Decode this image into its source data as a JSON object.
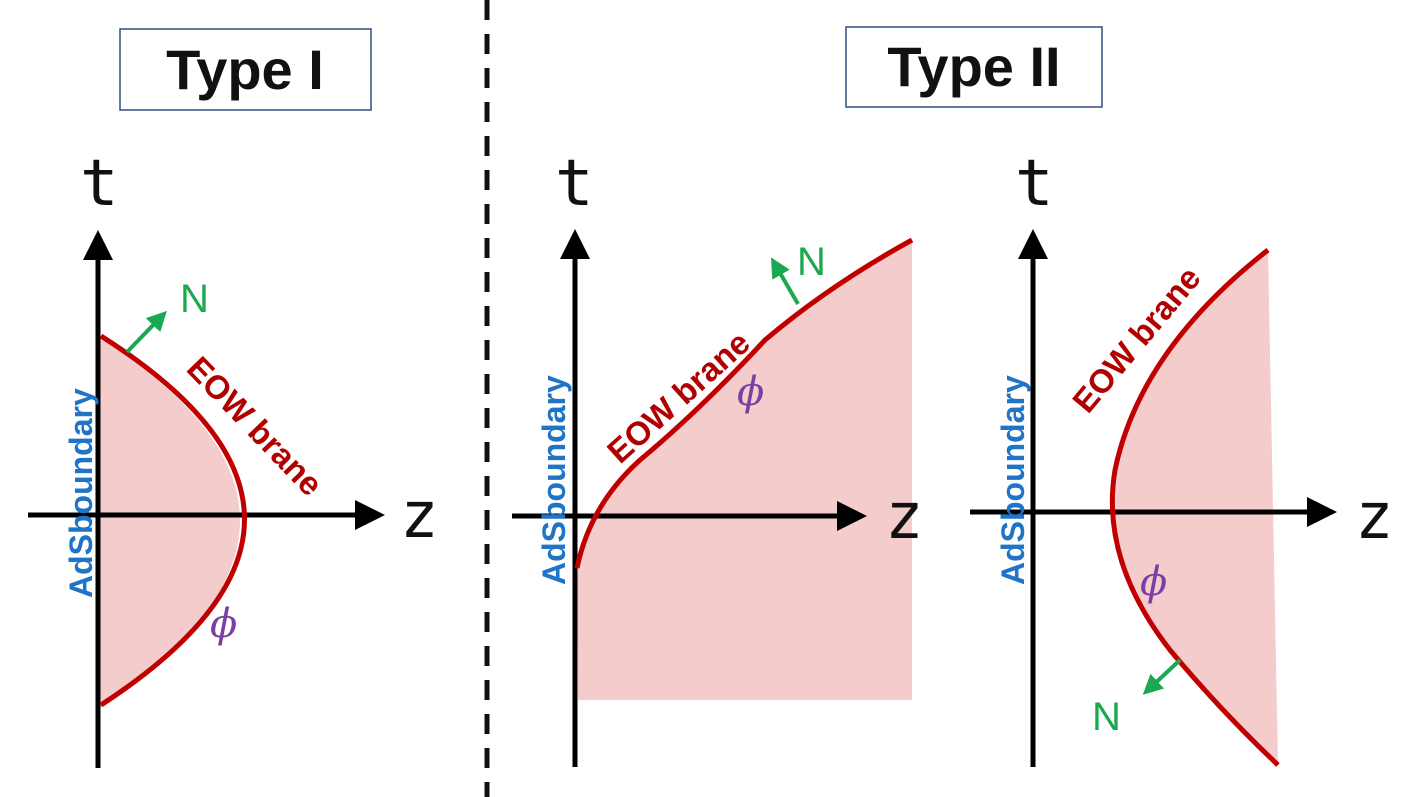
{
  "panels": [
    {
      "title": "Type I",
      "t_axis": "t",
      "z_axis": "z",
      "boundary_prefix": "AdS",
      "boundary_word": "boundary",
      "brane": "EOW brane",
      "normal": "N",
      "field": "ϕ"
    },
    {
      "title": "Type II",
      "t_axis": "t",
      "z_axis": "z",
      "boundary_prefix": "AdS",
      "boundary_word": "boundary",
      "brane": "EOW brane",
      "normal": "N",
      "field": "ϕ"
    },
    {
      "t_axis": "t",
      "z_axis": "z",
      "boundary_prefix": "AdS",
      "boundary_word": "boundary",
      "brane": "EOW brane",
      "normal": "N",
      "field": "ϕ"
    }
  ],
  "colors": {
    "region_fill": "#f4cccc",
    "brane": "#c00000",
    "boundary_text": "#1f74c8",
    "normal_arrow": "#1aa850",
    "field": "#7b3fa3",
    "axis": "#000000",
    "title_border": "#2f4f7f"
  }
}
